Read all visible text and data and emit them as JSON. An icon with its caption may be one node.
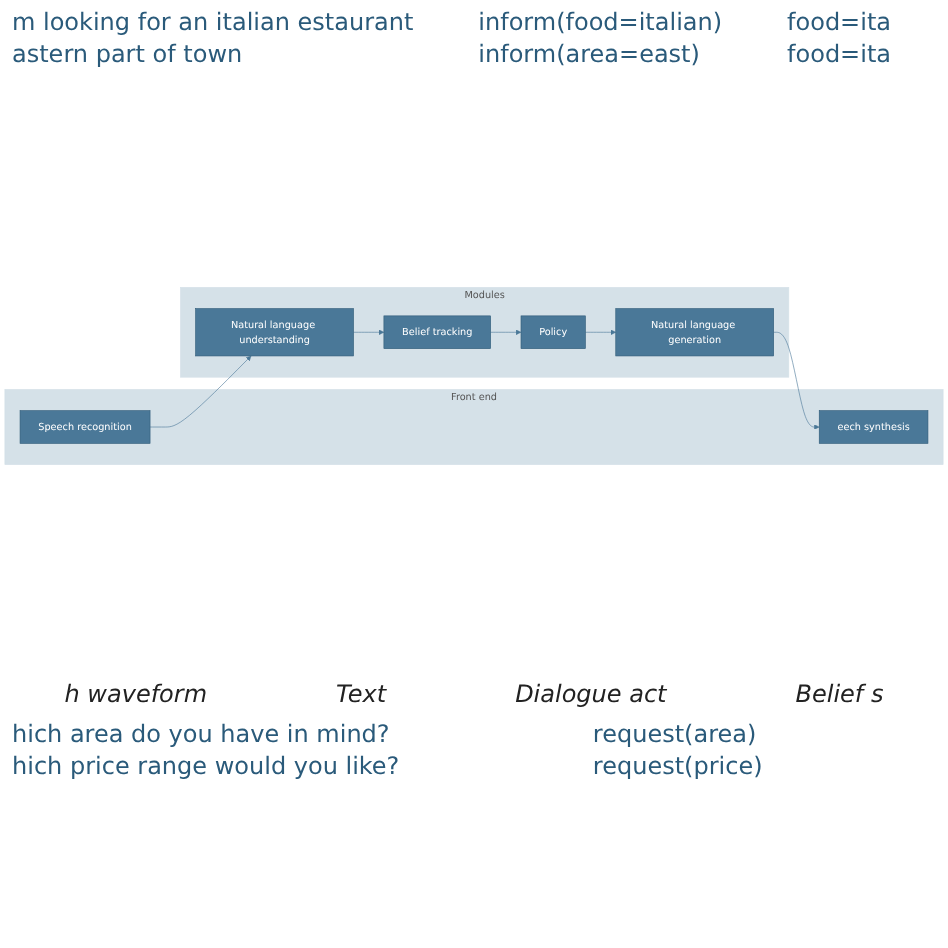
{
  "diagram": {
    "nodes": [
      {
        "text": [
          "Front end"
        ]
      },
      {
        "text": [
          "Speech recognition"
        ],
        "in": 0
      },
      {
        "text": [
          "eech synthesis"
        ],
        "in": 0
      },
      {
        "text": [
          "Modules"
        ]
      },
      {
        "text": [
          "Natural language understanding"
        ],
        "in": 3
      },
      {
        "text": [
          "Belief tracking"
        ],
        "in": 3
      },
      {
        "text": [
          "Natural language generation"
        ],
        "in": 3
      },
      {
        "text": [
          "Policy"
        ],
        "in": 3
      }
    ],
    "edges": [
      {
        "from": 1,
        "to": 4,
        "arrow": "to"
      },
      {
        "from": 4,
        "to": 5,
        "arrow": "to"
      },
      {
        "from": 5,
        "to": 7,
        "arrow": "to"
      },
      {
        "from": 7,
        "to": 6,
        "arrow": "to"
      },
      {
        "from": 6,
        "to": 2,
        "arrow": "to"
      }
    ],
    "labels": [
      "m looking for an italian estaurant",
      "inform(food=italian)",
      "food=ita",
      "astern part of town",
      "inform(area=east)",
      "food=ita",
      "h waveform",
      "Text",
      "Dialogue act",
      "Belief s",
      "hich area do you have in mind?",
      "request(area)",
      "hich price range would you like?",
      "request(price)"
    ]
  }
}
